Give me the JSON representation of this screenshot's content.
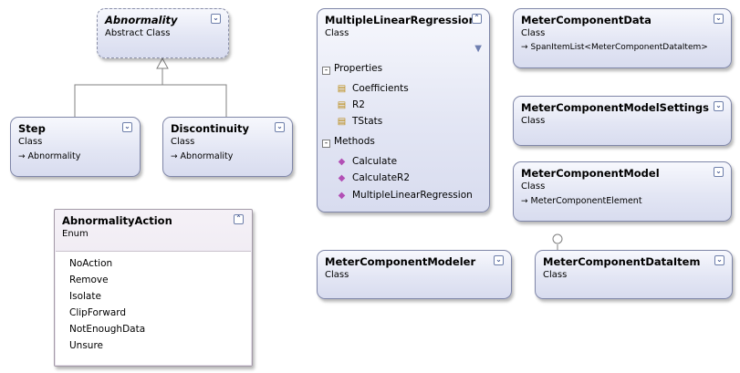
{
  "shapes": {
    "abnormality": {
      "name": "Abnormality",
      "kind": "Abstract Class",
      "toggle": "expand"
    },
    "step": {
      "name": "Step",
      "kind": "Class",
      "base": "Abnormality",
      "toggle": "expand"
    },
    "discontinuity": {
      "name": "Discontinuity",
      "kind": "Class",
      "base": "Abnormality",
      "toggle": "expand"
    },
    "abnormality_action": {
      "name": "AbnormalityAction",
      "kind": "Enum",
      "toggle": "collapse",
      "values": [
        "NoAction",
        "Remove",
        "Isolate",
        "ClipForward",
        "NotEnoughData",
        "Unsure"
      ]
    },
    "mlr": {
      "name": "MultipleLinearRegression",
      "kind": "Class",
      "toggle": "collapse",
      "properties_label": "Properties",
      "properties": [
        "Coefficients",
        "R2",
        "TStats"
      ],
      "methods_label": "Methods",
      "methods": [
        "Calculate",
        "CalculateR2",
        "MultipleLinearRegression"
      ]
    },
    "meter_component_data": {
      "name": "MeterComponentData",
      "kind": "Class",
      "base": "SpanItemList<MeterComponentDataItem>",
      "toggle": "expand"
    },
    "meter_component_model_settings": {
      "name": "MeterComponentModelSettings",
      "kind": "Class",
      "toggle": "expand"
    },
    "meter_component_model": {
      "name": "MeterComponentModel",
      "kind": "Class",
      "base": "MeterComponentElement",
      "toggle": "expand"
    },
    "meter_component_modeler": {
      "name": "MeterComponentModeler",
      "kind": "Class",
      "toggle": "expand"
    },
    "meter_component_data_item": {
      "name": "MeterComponentDataItem",
      "kind": "Class",
      "toggle": "expand"
    }
  },
  "icons": {
    "expand": "double-chevron-down-icon",
    "collapse": "double-chevron-up-icon",
    "property": "property-icon",
    "method": "method-icon",
    "filter": "filter-icon"
  },
  "colors": {
    "shape_border": "#7f86a8",
    "shape_fill": "#e3e6f4",
    "enum_fill": "#e6e0ea",
    "connector": "#808080"
  }
}
